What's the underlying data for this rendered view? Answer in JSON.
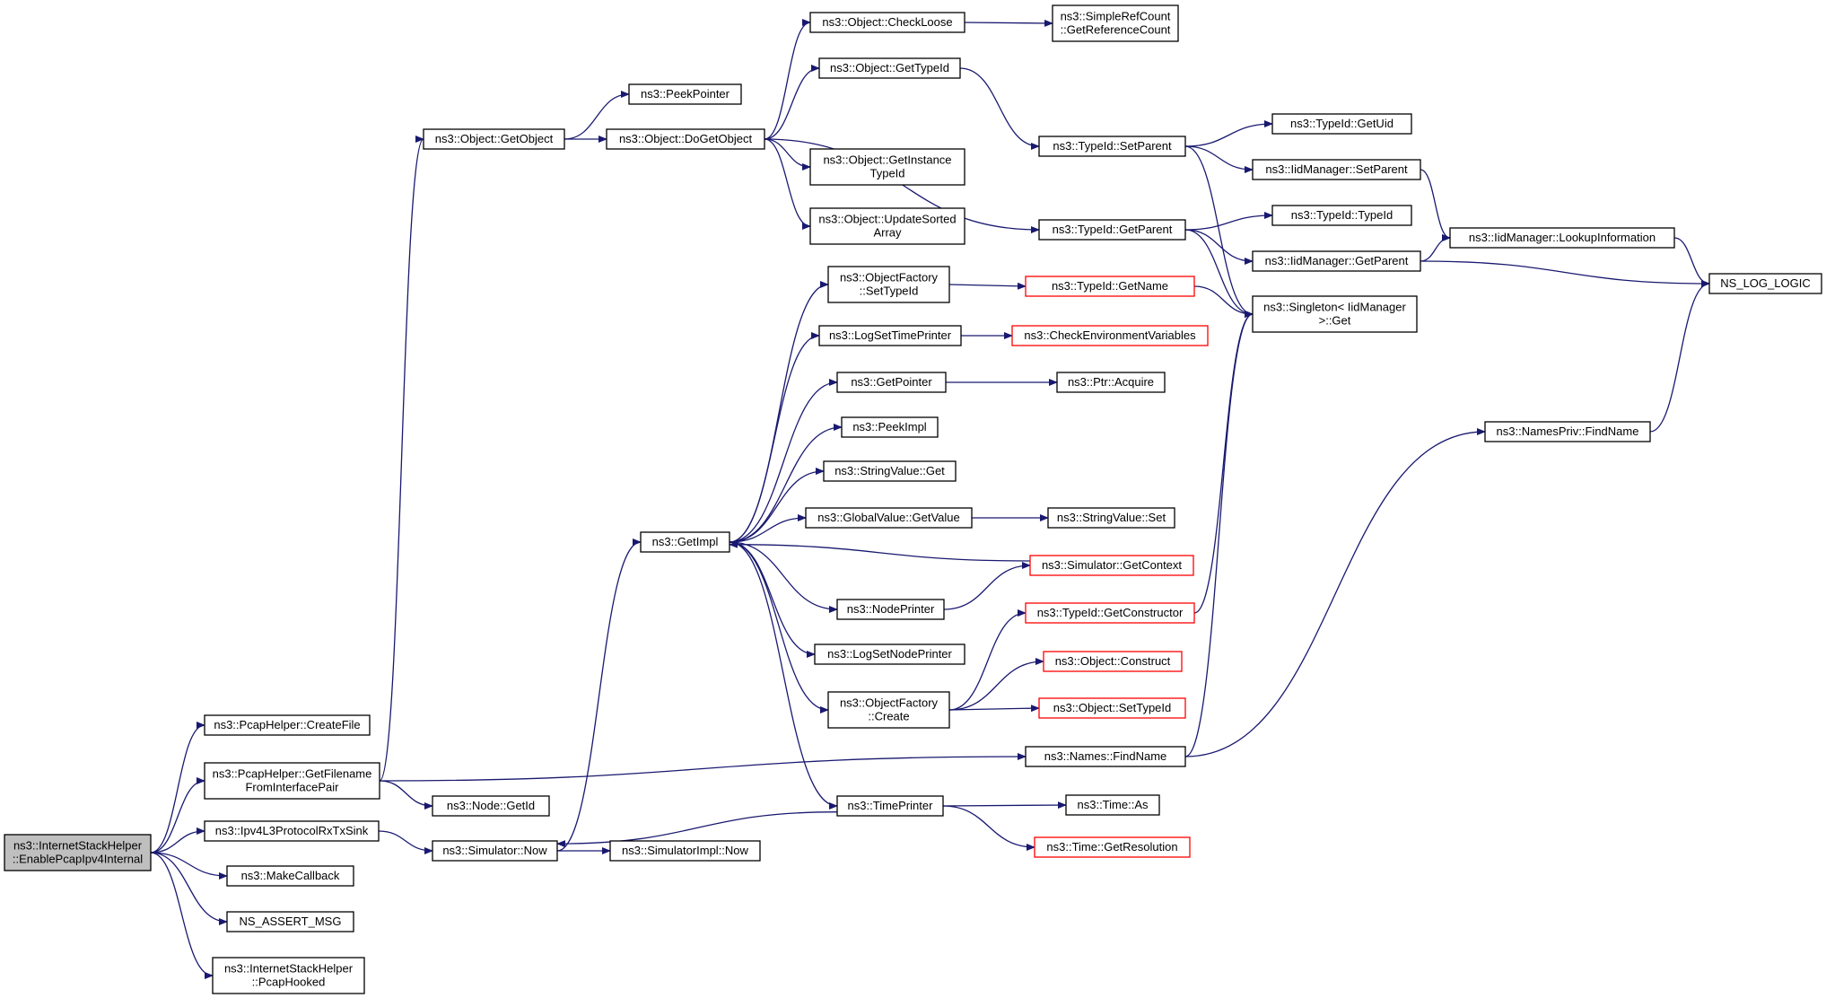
{
  "nodes": [
    {
      "id": "root",
      "lines": [
        "ns3::InternetStackHelper",
        "::EnablePcapIpv4Internal"
      ],
      "style": "root"
    },
    {
      "id": "pcap_createfile",
      "lines": [
        "ns3::PcapHelper::CreateFile"
      ],
      "style": "normal"
    },
    {
      "id": "pcap_getfilename",
      "lines": [
        "ns3::PcapHelper::GetFilename",
        "FromInterfacePair"
      ],
      "style": "normal"
    },
    {
      "id": "ipv4l3_rxtxsink",
      "lines": [
        "ns3::Ipv4L3ProtocolRxTxSink"
      ],
      "style": "normal"
    },
    {
      "id": "makecallback",
      "lines": [
        "ns3::MakeCallback"
      ],
      "style": "normal"
    },
    {
      "id": "ns_assert_msg",
      "lines": [
        "NS_ASSERT_MSG"
      ],
      "style": "normal"
    },
    {
      "id": "pcaphooked",
      "lines": [
        "ns3::InternetStackHelper",
        "::PcapHooked"
      ],
      "style": "normal"
    },
    {
      "id": "object_getobject",
      "lines": [
        "ns3::Object::GetObject"
      ],
      "style": "normal"
    },
    {
      "id": "node_getid",
      "lines": [
        "ns3::Node::GetId"
      ],
      "style": "normal"
    },
    {
      "id": "simulator_now",
      "lines": [
        "ns3::Simulator::Now"
      ],
      "style": "normal"
    },
    {
      "id": "peekpointer",
      "lines": [
        "ns3::PeekPointer"
      ],
      "style": "normal"
    },
    {
      "id": "object_dogetobject",
      "lines": [
        "ns3::Object::DoGetObject"
      ],
      "style": "normal"
    },
    {
      "id": "getimpl",
      "lines": [
        "ns3::GetImpl"
      ],
      "style": "normal"
    },
    {
      "id": "simulatorimpl_now",
      "lines": [
        "ns3::SimulatorImpl::Now"
      ],
      "style": "normal"
    },
    {
      "id": "object_checkloose",
      "lines": [
        "ns3::Object::CheckLoose"
      ],
      "style": "normal"
    },
    {
      "id": "object_gettypeid",
      "lines": [
        "ns3::Object::GetTypeId"
      ],
      "style": "normal"
    },
    {
      "id": "object_getinstancetypeid",
      "lines": [
        "ns3::Object::GetInstance",
        "TypeId"
      ],
      "style": "normal"
    },
    {
      "id": "object_updatesortedarray",
      "lines": [
        "ns3::Object::UpdateSorted",
        "Array"
      ],
      "style": "normal"
    },
    {
      "id": "objectfactory_settypeid",
      "lines": [
        "ns3::ObjectFactory",
        "::SetTypeId"
      ],
      "style": "normal"
    },
    {
      "id": "logsettimeprinter",
      "lines": [
        "ns3::LogSetTimePrinter"
      ],
      "style": "normal"
    },
    {
      "id": "getpointer",
      "lines": [
        "ns3::GetPointer"
      ],
      "style": "normal"
    },
    {
      "id": "peekimpl",
      "lines": [
        "ns3::PeekImpl"
      ],
      "style": "normal"
    },
    {
      "id": "stringvalue_get",
      "lines": [
        "ns3::StringValue::Get"
      ],
      "style": "normal"
    },
    {
      "id": "globalvalue_getvalue",
      "lines": [
        "ns3::GlobalValue::GetValue"
      ],
      "style": "normal"
    },
    {
      "id": "nodeprinter",
      "lines": [
        "ns3::NodePrinter"
      ],
      "style": "normal"
    },
    {
      "id": "logsetnodeprinter",
      "lines": [
        "ns3::LogSetNodePrinter"
      ],
      "style": "normal"
    },
    {
      "id": "objectfactory_create",
      "lines": [
        "ns3::ObjectFactory",
        "::Create"
      ],
      "style": "normal"
    },
    {
      "id": "timeprinter",
      "lines": [
        "ns3::TimePrinter"
      ],
      "style": "normal"
    },
    {
      "id": "simplerefcount",
      "lines": [
        "ns3::SimpleRefCount",
        "::GetReferenceCount"
      ],
      "style": "normal"
    },
    {
      "id": "typeid_setparent",
      "lines": [
        "ns3::TypeId::SetParent"
      ],
      "style": "normal"
    },
    {
      "id": "typeid_getparent",
      "lines": [
        "ns3::TypeId::GetParent"
      ],
      "style": "normal"
    },
    {
      "id": "typeid_getname",
      "lines": [
        "ns3::TypeId::GetName"
      ],
      "style": "red"
    },
    {
      "id": "checkenvvars",
      "lines": [
        "ns3::CheckEnvironmentVariables"
      ],
      "style": "red"
    },
    {
      "id": "ptr_acquire",
      "lines": [
        "ns3::Ptr::Acquire"
      ],
      "style": "normal"
    },
    {
      "id": "stringvalue_set",
      "lines": [
        "ns3::StringValue::Set"
      ],
      "style": "normal"
    },
    {
      "id": "simulator_getcontext",
      "lines": [
        "ns3::Simulator::GetContext"
      ],
      "style": "red"
    },
    {
      "id": "typeid_getconstructor",
      "lines": [
        "ns3::TypeId::GetConstructor"
      ],
      "style": "red"
    },
    {
      "id": "object_construct",
      "lines": [
        "ns3::Object::Construct"
      ],
      "style": "red"
    },
    {
      "id": "object_settypeid",
      "lines": [
        "ns3::Object::SetTypeId"
      ],
      "style": "red"
    },
    {
      "id": "names_findname",
      "lines": [
        "ns3::Names::FindName"
      ],
      "style": "normal"
    },
    {
      "id": "time_as",
      "lines": [
        "ns3::Time::As"
      ],
      "style": "normal"
    },
    {
      "id": "time_getresolution",
      "lines": [
        "ns3::Time::GetResolution"
      ],
      "style": "red"
    },
    {
      "id": "typeid_getuid",
      "lines": [
        "ns3::TypeId::GetUid"
      ],
      "style": "normal"
    },
    {
      "id": "iidmanager_setparent",
      "lines": [
        "ns3::IidManager::SetParent"
      ],
      "style": "normal"
    },
    {
      "id": "typeid_typeid",
      "lines": [
        "ns3::TypeId::TypeId"
      ],
      "style": "normal"
    },
    {
      "id": "iidmanager_getparent",
      "lines": [
        "ns3::IidManager::GetParent"
      ],
      "style": "normal"
    },
    {
      "id": "singleton_get",
      "lines": [
        "ns3::Singleton< IidManager",
        " >::Get"
      ],
      "style": "normal"
    },
    {
      "id": "namespriv_findname",
      "lines": [
        "ns3::NamesPriv::FindName"
      ],
      "style": "normal"
    },
    {
      "id": "iidmanager_lookupinfo",
      "lines": [
        "ns3::IidManager::LookupInformation"
      ],
      "style": "normal"
    },
    {
      "id": "ns_log_logic",
      "lines": [
        "NS_LOG_LOGIC"
      ],
      "style": "normal"
    }
  ],
  "edges": [
    [
      "root",
      "pcap_createfile"
    ],
    [
      "root",
      "pcap_getfilename"
    ],
    [
      "root",
      "ipv4l3_rxtxsink"
    ],
    [
      "root",
      "makecallback"
    ],
    [
      "root",
      "ns_assert_msg"
    ],
    [
      "root",
      "pcaphooked"
    ],
    [
      "pcap_getfilename",
      "object_getobject"
    ],
    [
      "pcap_getfilename",
      "node_getid"
    ],
    [
      "pcap_getfilename",
      "names_findname"
    ],
    [
      "ipv4l3_rxtxsink",
      "simulator_now"
    ],
    [
      "object_getobject",
      "peekpointer"
    ],
    [
      "object_getobject",
      "object_dogetobject"
    ],
    [
      "simulator_now",
      "getimpl"
    ],
    [
      "simulator_now",
      "simulatorimpl_now"
    ],
    [
      "object_dogetobject",
      "object_checkloose"
    ],
    [
      "object_dogetobject",
      "object_gettypeid"
    ],
    [
      "object_dogetobject",
      "object_getinstancetypeid"
    ],
    [
      "object_dogetobject",
      "object_updatesortedarray"
    ],
    [
      "object_dogetobject",
      "typeid_getparent"
    ],
    [
      "object_checkloose",
      "simplerefcount"
    ],
    [
      "object_gettypeid",
      "typeid_setparent"
    ],
    [
      "getimpl",
      "objectfactory_settypeid"
    ],
    [
      "getimpl",
      "logsettimeprinter"
    ],
    [
      "getimpl",
      "getpointer"
    ],
    [
      "getimpl",
      "peekimpl"
    ],
    [
      "getimpl",
      "stringvalue_get"
    ],
    [
      "getimpl",
      "globalvalue_getvalue"
    ],
    [
      "getimpl",
      "nodeprinter"
    ],
    [
      "getimpl",
      "logsetnodeprinter"
    ],
    [
      "getimpl",
      "objectfactory_create"
    ],
    [
      "getimpl",
      "timeprinter"
    ],
    [
      "simulator_getcontext",
      "getimpl"
    ],
    [
      "objectfactory_settypeid",
      "typeid_getname"
    ],
    [
      "logsettimeprinter",
      "checkenvvars"
    ],
    [
      "getpointer",
      "ptr_acquire"
    ],
    [
      "globalvalue_getvalue",
      "stringvalue_set"
    ],
    [
      "nodeprinter",
      "simulator_getcontext"
    ],
    [
      "objectfactory_create",
      "typeid_getconstructor"
    ],
    [
      "objectfactory_create",
      "object_construct"
    ],
    [
      "objectfactory_create",
      "object_settypeid"
    ],
    [
      "timeprinter",
      "simulator_now"
    ],
    [
      "timeprinter",
      "time_as"
    ],
    [
      "timeprinter",
      "time_getresolution"
    ],
    [
      "typeid_setparent",
      "typeid_getuid"
    ],
    [
      "typeid_setparent",
      "iidmanager_setparent"
    ],
    [
      "typeid_setparent",
      "singleton_get"
    ],
    [
      "typeid_getparent",
      "typeid_typeid"
    ],
    [
      "typeid_getparent",
      "iidmanager_getparent"
    ],
    [
      "typeid_getparent",
      "singleton_get"
    ],
    [
      "typeid_getname",
      "singleton_get"
    ],
    [
      "typeid_getconstructor",
      "singleton_get"
    ],
    [
      "names_findname",
      "singleton_get"
    ],
    [
      "names_findname",
      "namespriv_findname"
    ],
    [
      "iidmanager_setparent",
      "iidmanager_lookupinfo"
    ],
    [
      "iidmanager_getparent",
      "iidmanager_lookupinfo"
    ],
    [
      "iidmanager_getparent",
      "ns_log_logic"
    ],
    [
      "iidmanager_lookupinfo",
      "ns_log_logic"
    ],
    [
      "namespriv_findname",
      "ns_log_logic"
    ]
  ],
  "colors": {
    "edge": "#191970",
    "node_border": "#000000",
    "node_border_truncated": "#ff0000",
    "root_fill": "#bfbfbf"
  }
}
